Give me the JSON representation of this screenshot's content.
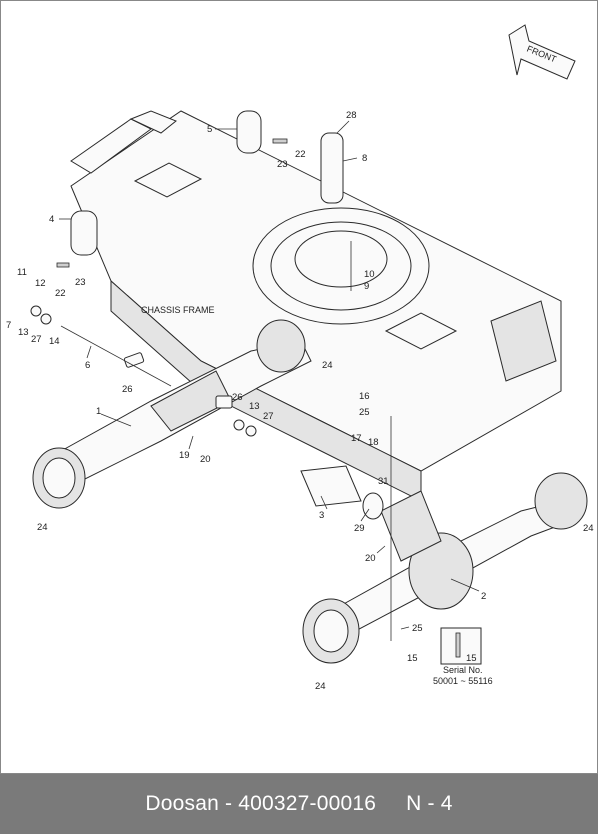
{
  "diagram": {
    "front_label": "FRONT",
    "chassis_label": "CHASSIS FRAME",
    "serial_box": {
      "number": "15",
      "title": "Serial No.",
      "range": "50001 ~ 55116"
    },
    "callouts": {
      "c1": "1",
      "c2": "2",
      "c3": "3",
      "c4": "4",
      "c5": "5",
      "c6": "6",
      "c7": "7",
      "c8": "8",
      "c9": "9",
      "c10": "10",
      "c11": "11",
      "c12": "12",
      "c13a": "13",
      "c13b": "13",
      "c14": "14",
      "c15": "15",
      "c16": "16",
      "c17": "17",
      "c18": "18",
      "c19": "19",
      "c20a": "20",
      "c20b": "20",
      "c22a": "22",
      "c22b": "22",
      "c23a": "23",
      "c23b": "23",
      "c24a": "24",
      "c24b": "24",
      "c24c": "24",
      "c24d": "24",
      "c25a": "25",
      "c25b": "25",
      "c26a": "26",
      "c26b": "26",
      "c27a": "27",
      "c27b": "27",
      "c28": "28",
      "c29": "29",
      "c31": "31"
    }
  },
  "footer": {
    "brand": "Doosan",
    "separator": " - ",
    "part_number": "400327-00016",
    "page": "N - 4"
  }
}
